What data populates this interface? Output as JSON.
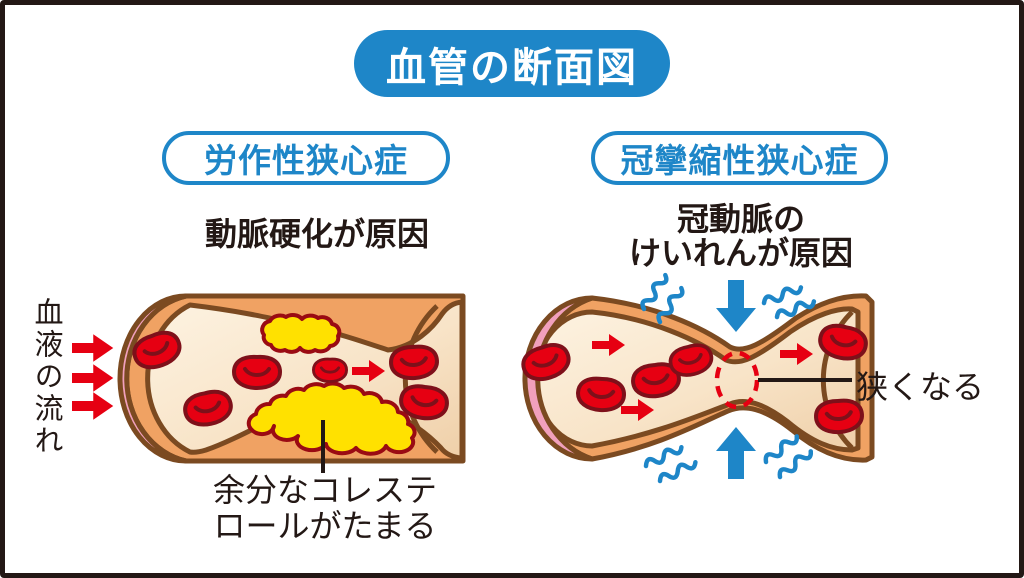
{
  "title": "血管の断面図",
  "left_panel": {
    "heading": "労作性狭心症",
    "cause": "動脈硬化が原因",
    "flow_label": "血液の流れ",
    "annotation_line1": "余分なコレステ",
    "annotation_line2": "ロールがたまる"
  },
  "right_panel": {
    "heading": "冠攣縮性狭心症",
    "cause_line1": "冠動脈の",
    "cause_line2": "けいれんが原因",
    "annotation": "狭くなる"
  },
  "colors": {
    "accent_blue": "#1E86C8",
    "text_dark": "#231815",
    "artery_wall_orange": "#F0A263",
    "outline_brown": "#7B4A21",
    "cross_section_pink": "#F1A0BC",
    "lumen_cream": "#F8E6CA",
    "cholesterol_yellow": "#FFE100",
    "blood_red": "#E60012",
    "cell_outline_maroon": "#7E101A"
  },
  "icons": {
    "flow_arrow": "red-right-arrow",
    "pressure_arrow": "blue-pressure-arrow",
    "spasm_mark": "blue-wavy-line",
    "narrowing_mark": "red-dashed-ellipse"
  }
}
